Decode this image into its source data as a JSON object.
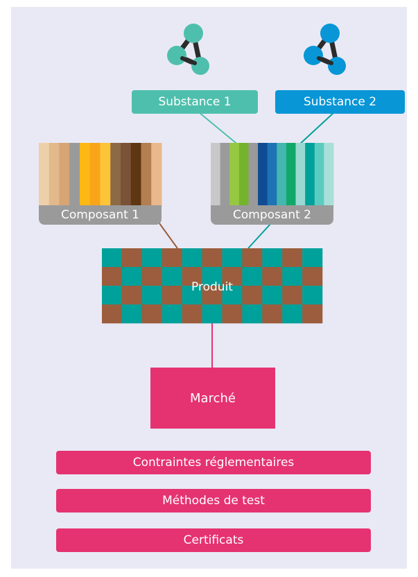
{
  "substances": [
    {
      "label": "Substance 1",
      "color": "#4fbfad"
    },
    {
      "label": "Substance 2",
      "color": "#0896d6"
    }
  ],
  "components": [
    {
      "label": "Composant 1",
      "stripes": [
        "#edcfa9",
        "#e1b98b",
        "#d7a474",
        "#9a9a9a",
        "#fdb813",
        "#f9a51a",
        "#fdc43a",
        "#8d6a46",
        "#7a5237",
        "#5e3712",
        "#b47f50",
        "#e9b98d"
      ]
    },
    {
      "label": "Composant 2",
      "stripes": [
        "#c8c8c8",
        "#9b9b9b",
        "#97c842",
        "#75b32c",
        "#9a9a9a",
        "#0f4c93",
        "#1e73b5",
        "#46b6b0",
        "#12a86a",
        "#9ad9d3",
        "#00a19a",
        "#5ccbbf",
        "#a9dfd9"
      ]
    }
  ],
  "product": {
    "label": "Produit",
    "colors": [
      "#00a19a",
      "#9b5d3d"
    ]
  },
  "market": {
    "label": "Marché",
    "color": "#e53270"
  },
  "bars": [
    "Contraintes réglementaires",
    "Méthodes de test",
    "Certificats"
  ],
  "colors": {
    "background": "#e9e9f5",
    "component_label": "#9a9a9a",
    "link_brown": "#9b5d3d",
    "link_teal": "#00a19a",
    "link_magenta": "#e53270",
    "molecule_bond": "#2b2b2b"
  }
}
